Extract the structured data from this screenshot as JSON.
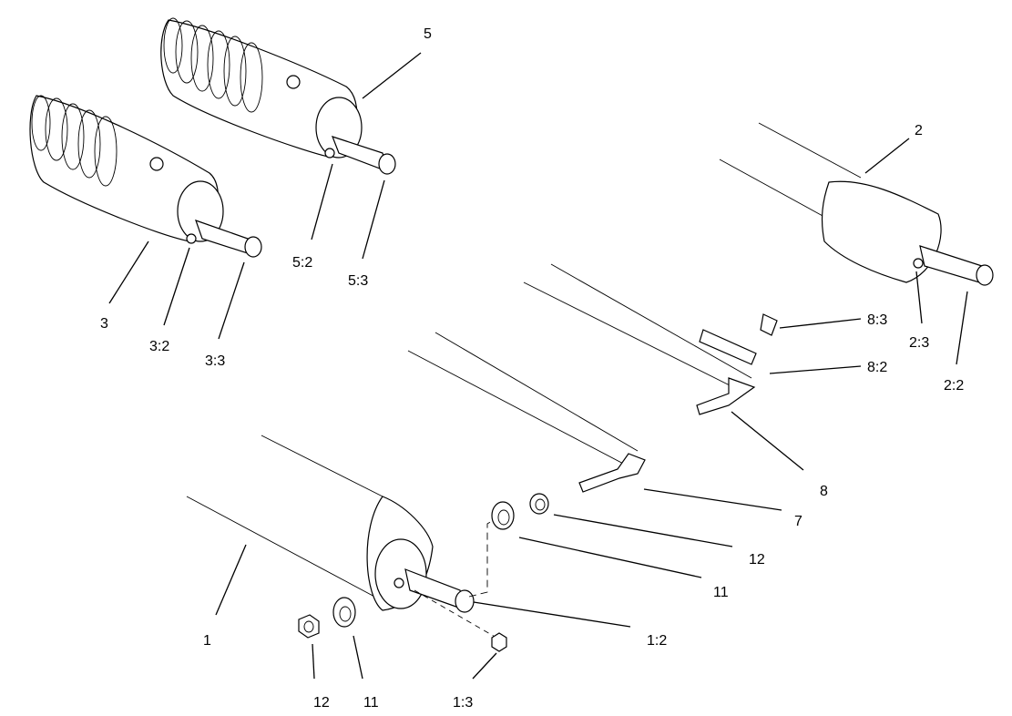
{
  "labels": {
    "l1": "1",
    "l1_2": "1:2",
    "l1_3": "1:3",
    "l2": "2",
    "l2_2": "2:2",
    "l2_3": "2:3",
    "l3": "3",
    "l3_2": "3:2",
    "l3_3": "3:3",
    "l5": "5",
    "l5_2": "5:2",
    "l5_3": "5:3",
    "l7": "7",
    "l8": "8",
    "l8_2": "8:2",
    "l8_3": "8:3",
    "l11a": "11",
    "l11b": "11",
    "l12a": "12",
    "l12b": "12"
  }
}
